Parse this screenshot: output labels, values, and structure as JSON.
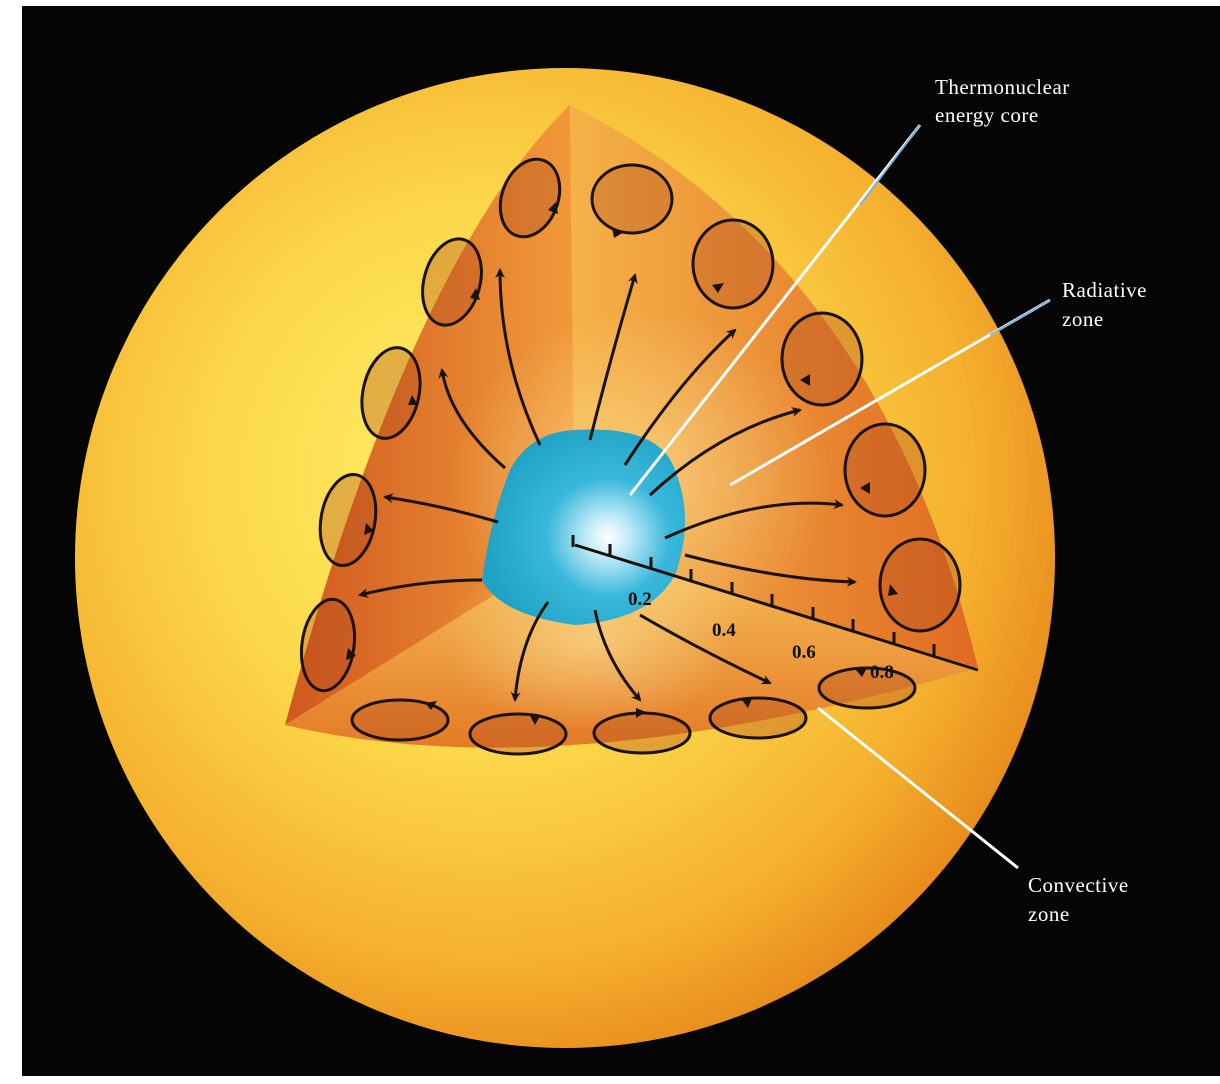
{
  "callouts": {
    "core": {
      "line1": "Thermonuclear",
      "line2": "energy core"
    },
    "radiative": {
      "line1": "Radiative",
      "line2": "zone"
    },
    "convective": {
      "line1": "Convective",
      "line2": "zone"
    }
  },
  "scale": {
    "labels": [
      "0.2",
      "0.4",
      "0.6",
      "0.8"
    ]
  },
  "colors": {
    "background": "#050505",
    "sun_surface": "#f2b028",
    "sun_edge": "#e8901a",
    "cut_face": "#e9822a",
    "core": "#2ab0d0",
    "arrows": "#1a1208",
    "callout_lines": "#ffffff"
  }
}
